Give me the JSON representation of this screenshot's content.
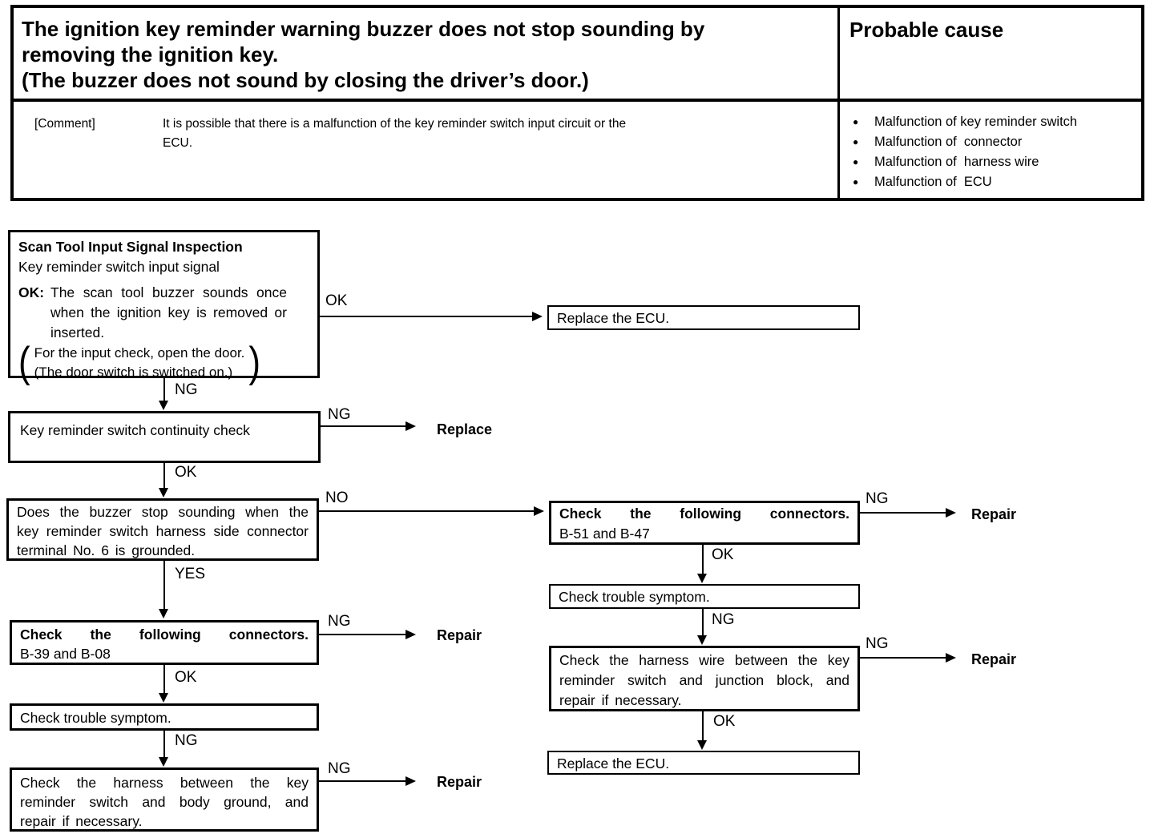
{
  "header_table": {
    "problem_lines": [
      "The ignition key reminder warning buzzer does not stop sounding by",
      "removing the ignition key.",
      "(The buzzer does not sound by closing the driver’s door.)"
    ],
    "probable_cause_title": "Probable cause",
    "comment_label": "[Comment]",
    "comment_lines": [
      "It is possible that there is a malfunction of the key reminder switch input circuit or the",
      "ECU."
    ],
    "bullet": "●",
    "causes": [
      "Malfunction of key reminder switch",
      "Malfunction of  connector",
      "Malfunction of  harness wire",
      "Malfunction of  ECU"
    ]
  },
  "flowchart": {
    "edge_labels": {
      "ok": "OK",
      "ng": "NG",
      "yes": "YES",
      "no": "NO"
    },
    "terminals": {
      "replace": "Replace",
      "repair": "Repair"
    },
    "scan_box": {
      "title": "Scan Tool Input Signal Inspection",
      "subtitle": "Key reminder switch input signal",
      "ok_prefix": "OK:",
      "ok_text": "The scan tool buzzer sounds once when the ignition key is removed or inserted.",
      "note_line1": "For the input check, open the door.",
      "note_line2": "(The door switch is switched on.)",
      "paren_open": "(",
      "paren_close": ")"
    },
    "boxes": {
      "continuity": "Key reminder switch continuity check",
      "buzzer_stop": "Does the buzzer stop sounding when the key reminder switch harness side connector terminal No. 6 is grounded.",
      "connectors_left_title": "Check the following connectors.",
      "connectors_left_detail": "B-39 and B-08",
      "trouble_left": "Check trouble symptom.",
      "harness_left": "Check the harness between the key reminder switch and body ground, and repair if necessary.",
      "replace_ecu_top": "Replace the ECU.",
      "connectors_right_title": "Check the following connectors.",
      "connectors_right_detail": "B-51 and B-47",
      "trouble_right": "Check trouble symptom.",
      "harness_right": "Check the harness wire between the key reminder switch and junction block, and repair if necessary.",
      "replace_ecu_bottom": "Replace the ECU."
    }
  }
}
